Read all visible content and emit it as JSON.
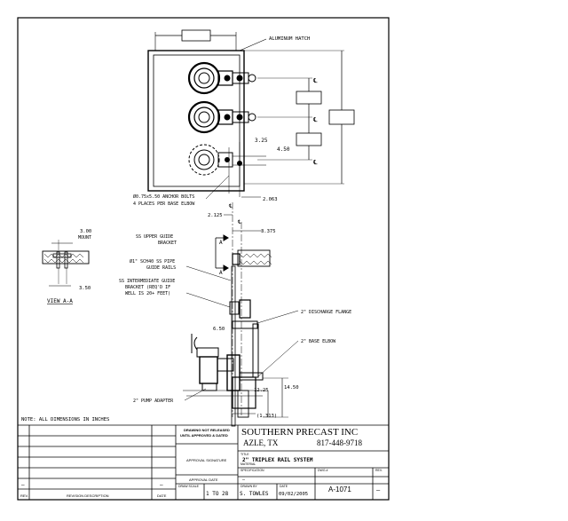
{
  "drawing": {
    "hatch_label": "ALUMINUM HATCH",
    "dims": {
      "d325": "3.25",
      "d450": "4.50",
      "d2063": "2.063",
      "d2125": "2.125",
      "d3375": "3.375",
      "d300": "3.00",
      "d350": "3.50",
      "d650": "6.50",
      "d1225": "12.25",
      "d1450": "14.50",
      "d1313": "(1.313)"
    },
    "centerline": "℄",
    "mount": "MOUNT",
    "anchor": [
      "Ø0.75x5.50 ANCHOR BOLTS",
      "4 PLACES PER BASE ELBOW"
    ],
    "upper_guide": [
      "SS UPPER GUIDE",
      "BRACKET"
    ],
    "pipe": [
      "Ø1\" SCH40 SS PIPE",
      "GUIDE RAILS"
    ],
    "intermediate": [
      "SS INTERMEDIATE GUIDE",
      "BRACKET (REQ'D IF",
      "WELL IS 20+ FEET)"
    ],
    "discharge": "2\" DISCHARGE FLANGE",
    "base_elbow": "2\" BASE ELBOW",
    "pump_adapter": "2\" PUMP ADAPTER",
    "view": "VIEW A-A",
    "section_mark": "A",
    "note": "NOTE: ALL DIMENSIONS IN INCHES"
  },
  "title_block": {
    "drawing_notice": [
      "DRAWING NOT RELEASED",
      "UNTIL APPROVED & DATED"
    ],
    "approval_signature": "APPROVAL SIGNATURE",
    "approval_date": "APPROVAL DATE",
    "company": "SOUTHERN PRECAST INC",
    "city": "AZLE, TX",
    "phone": "817-448-9718",
    "title_label": "TITLE",
    "title": "2\" TRIPLEX RAIL SYSTEM",
    "material_label": "MATERIAL",
    "specification_label": "SPECIFICATION",
    "specification_value": "—",
    "dwg_label": "DWG #",
    "dwg_value": "A-1071",
    "rev_label": "REV.",
    "rev_value": "—",
    "scale_label": "DRAW SCALE",
    "scale_value": "1 TO 28",
    "drawn_label": "DRAWN BY",
    "drawn_value": "S. TOWLES",
    "date_label": "DATE",
    "date_value": "09/02/2005",
    "rev_col": "REV.",
    "revision_desc_col": "REVISION DESCRIPTION",
    "date_col": "DATE",
    "row_dash": "—"
  }
}
